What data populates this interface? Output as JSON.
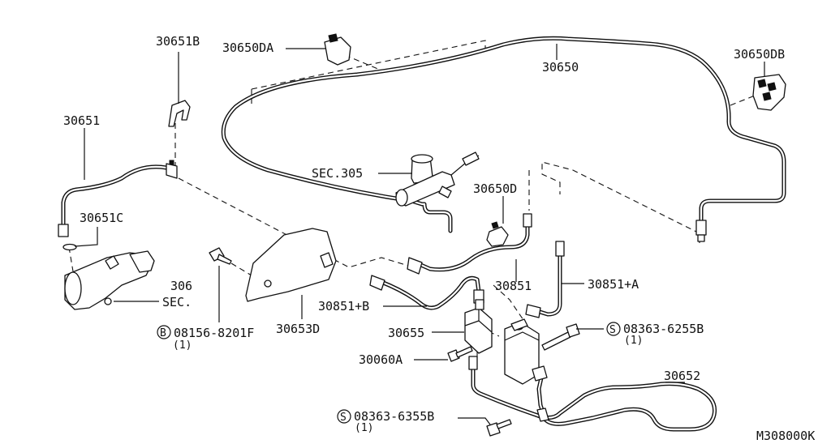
{
  "labels": {
    "p30651B": "30651B",
    "p30650DA": "30650DA",
    "p30650": "30650",
    "p30650DB": "30650DB",
    "p30651": "30651",
    "sec305": "SEC.305",
    "p30650D": "30650D",
    "p30651C": "30651C",
    "p306": "306",
    "sec": "SEC.",
    "p30851": "30851",
    "p30851A": "30851+A",
    "p30851B": "30851+B",
    "p30653D": "30653D",
    "p08156": "08156-8201F",
    "p08156qty": "(1)",
    "p30655": "30655",
    "p08363_6255B": "08363-6255B",
    "p08363_6255Bqty": "(1)",
    "p30060A": "30060A",
    "p30652": "30652",
    "p08363_6355B": "08363-6355B",
    "p08363_6355Bqty": "(1)",
    "diagram_code": "M308000K"
  },
  "symbols": {
    "bolt_b": "B",
    "screw_s": "S"
  }
}
